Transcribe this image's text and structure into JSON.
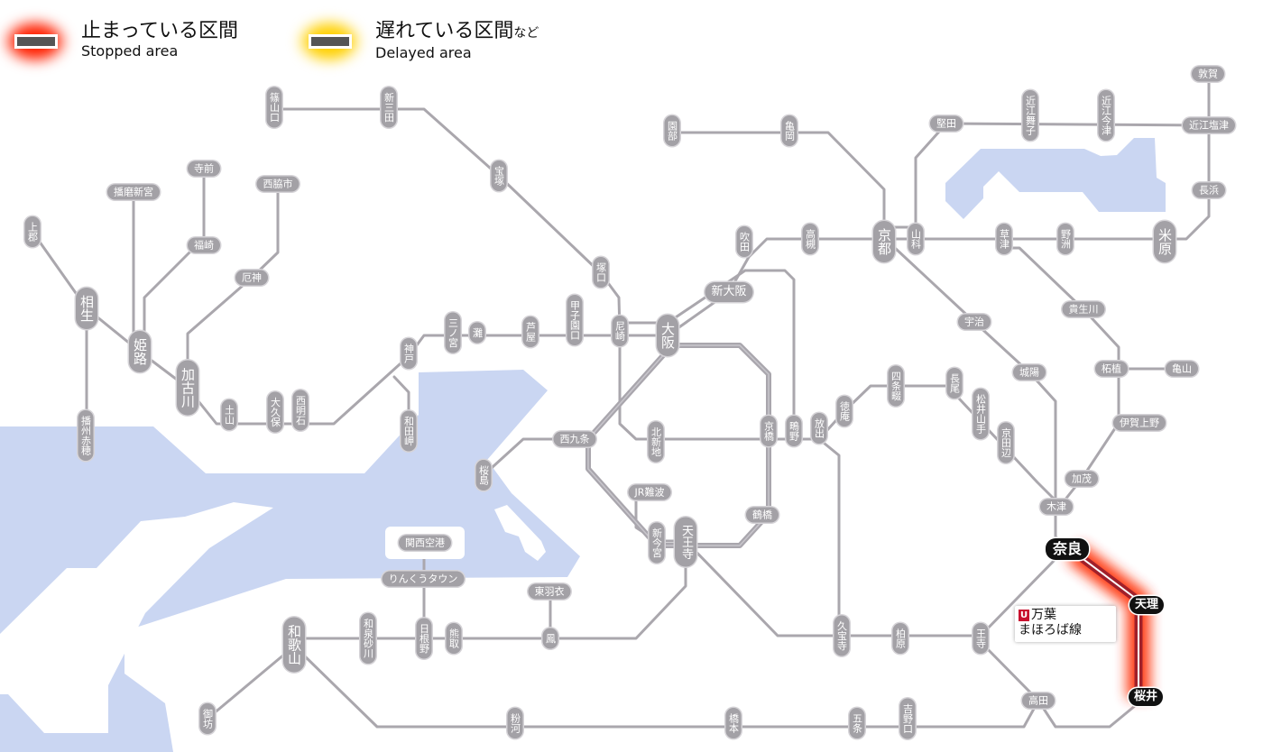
{
  "legend": {
    "stopped": {
      "jp": "止まっている区間",
      "en": "Stopped area",
      "color": "#ff3a10"
    },
    "delayed": {
      "jp": "遅れている区間",
      "jp_suffix": "など",
      "en": "Delayed area",
      "color": "#ffd400"
    }
  },
  "affected_line": {
    "icon": "U",
    "name_1": "万葉",
    "name_2": "まほろば線",
    "status": "stopped",
    "color": "#a0202a"
  },
  "colors": {
    "water": "#cad6f2",
    "track": "#aaa7ad",
    "station": "#a3a1a6"
  },
  "stations": {
    "sasayamaguchi": "篠山口",
    "shinsanda": "新三田",
    "takarazuka": "宝塚",
    "tsukaguchi": "塚口",
    "sonobe": "園部",
    "kameoka": "亀岡",
    "katata": "堅田",
    "omimaiko": "近江舞子",
    "omiimazu": "近江今津",
    "tsuruga": "敦賀",
    "omishiotsu": "近江塩津",
    "nagahama": "長浜",
    "suita": "吹田",
    "takatsuki": "高槻",
    "kyoto": "京都",
    "yamashina": "山科",
    "kusatsu": "草津",
    "yasu": "野洲",
    "maibara": "米原",
    "shinosaka": "新大阪",
    "uji": "宇治",
    "kibukawa": "貴生川",
    "joyo": "城陽",
    "tsuge": "柘植",
    "kameyama": "亀山",
    "igaueno": "伊賀上野",
    "shijonawate": "四条畷",
    "nagao": "長尾",
    "matsuiyamate": "松井山手",
    "kyotanabe": "京田辺",
    "tokuan": "徳庵",
    "hanaten": "放出",
    "shigino": "鴫野",
    "kyobashi": "京橋",
    "kitashinchi": "北新地",
    "nishikujo": "西九条",
    "sakurajima": "桜島",
    "osaka": "大阪",
    "amagasaki": "尼崎",
    "koshienguchi": "甲子園口",
    "ashiya": "芦屋",
    "nada": "灘",
    "sannomiya": "三ノ宮",
    "kobe": "神戸",
    "wadamisaki": "和田岬",
    "nishiakashi": "西明石",
    "okubo": "大久保",
    "tsuchiyama": "土山",
    "kakogawa": "加古川",
    "himeji": "姫路",
    "aioi": "相生",
    "kamigori": "上郡",
    "banshuako": "播州赤穂",
    "harimashingu": "播磨新宮",
    "teramae": "寺前",
    "fukusaki": "福崎",
    "nishiwakishi": "西脇市",
    "yakujin": "厄神",
    "kamo": "加茂",
    "kizu": "木津",
    "nara": "奈良",
    "tenri": "天理",
    "sakurai": "桜井",
    "jrnamba": "JR難波",
    "tsuruhashi": "鶴橋",
    "shinimamiya": "新今宮",
    "tennoji": "天王寺",
    "kansaiairport": "関西空港",
    "rinkutown": "りんくうタウン",
    "higashihagoromo": "東羽衣",
    "otori": "鳳",
    "kumatori": "熊取",
    "hineno": "日根野",
    "izumisunagawa": "和泉砂川",
    "wakayama": "和歌山",
    "gobo": "御坊",
    "kokawa": "粉河",
    "hashimoto": "橋本",
    "gojo": "五条",
    "yoshinoguchi": "吉野口",
    "takada": "高田",
    "oji": "王寺",
    "kashiwara": "柏原",
    "kyuhoji": "久宝寺"
  }
}
